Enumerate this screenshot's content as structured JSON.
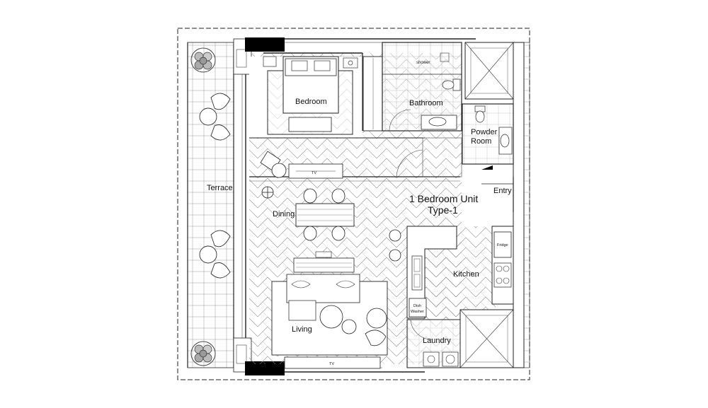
{
  "plan": {
    "title_line1": "1 Bedroom Unit",
    "title_line2": "Type-1",
    "rooms": {
      "bedroom": "Bedroom",
      "bathroom": "Bathroom",
      "powder_line1": "Powder",
      "powder_line2": "Room",
      "terrace": "Terrace",
      "entry": "Entry",
      "dining": "Dining",
      "kitchen": "Kitchen",
      "living": "Living",
      "laundry": "Laundry"
    },
    "fixtures": {
      "shower": "shower",
      "tv_bedroom": "TV",
      "tv_living": "TV",
      "fridge": "Fridge",
      "dish_line1": "Dish",
      "dish_line2": "Washer"
    },
    "colors": {
      "line": "#222222",
      "hatch": "#8a8a8a",
      "fill_dark": "#000000",
      "shrub": "#666666"
    },
    "icons": [
      "shrub-icon",
      "armchair-icon",
      "bed-icon",
      "toilet-icon",
      "sink-icon",
      "stove-icon",
      "tree-icon"
    ]
  }
}
